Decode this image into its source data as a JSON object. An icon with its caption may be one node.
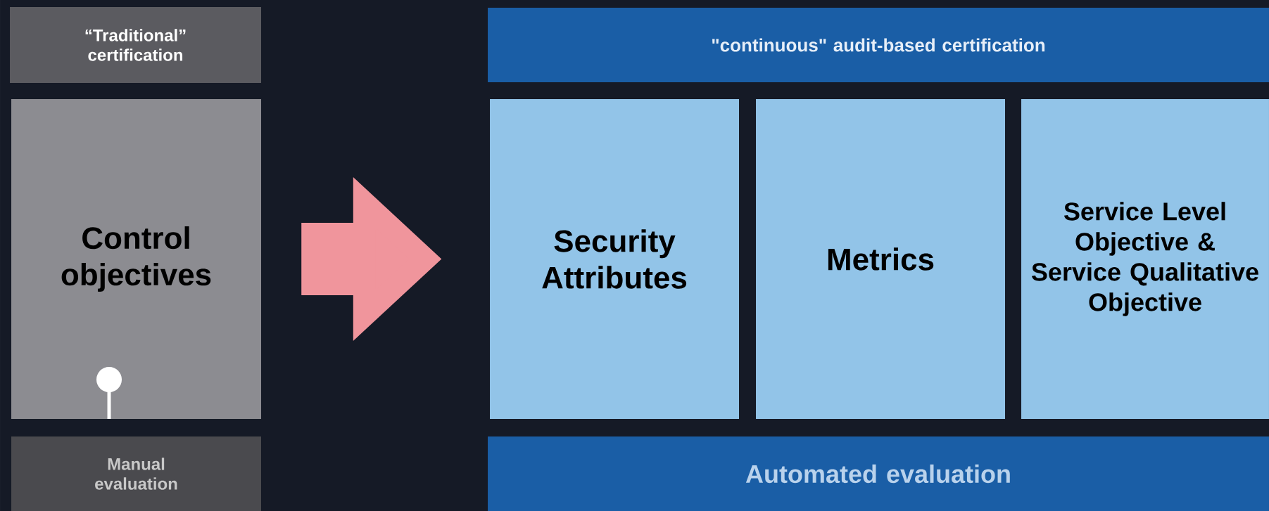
{
  "diagram": {
    "nodes": [
      {
        "text": [
          "“Traditional” certification"
        ]
      },
      {
        "text": [
          "Control objectives"
        ]
      },
      {
        "text": [
          "Manual evaluation"
        ]
      },
      {
        "text": [
          "\"continuous\" audit-based certification"
        ]
      },
      {
        "text": [
          "Security Attributes"
        ]
      },
      {
        "text": [
          "Metrics"
        ]
      },
      {
        "text": [
          "Service Level Objective & Service Qualitative Objective"
        ]
      },
      {
        "text": [
          "Automated evaluation"
        ]
      }
    ],
    "edges": [
      {
        "from": 1,
        "to": 4,
        "arrow": "to",
        "color": "#f0959c"
      }
    ]
  }
}
